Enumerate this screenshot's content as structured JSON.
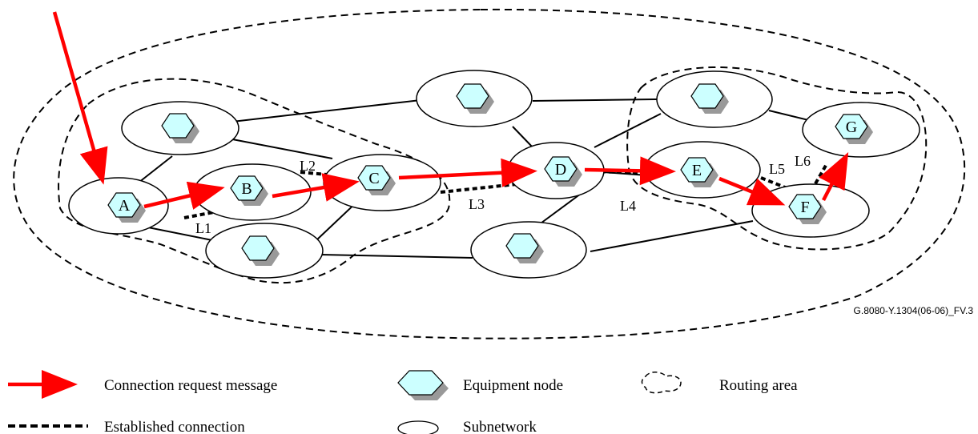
{
  "nodes": {
    "A": "A",
    "B": "B",
    "C": "C",
    "D": "D",
    "E": "E",
    "F": "F",
    "G": "G"
  },
  "links": {
    "L1": "L1",
    "L2": "L2",
    "L3": "L3",
    "L4": "L4",
    "L5": "L5",
    "L6": "L6"
  },
  "figure_id": "G.8080-Y.1304(06-06)_FV.3",
  "legend": {
    "connection_request": "Connection request message",
    "equipment_node": "Equipment node",
    "routing_area": "Routing area",
    "established_connection": "Established connection",
    "subnetwork": "Subnetwork"
  },
  "colors": {
    "request_arrow": "#ff0000",
    "node_fill": "#ccffff",
    "node_shadow": "#999999"
  }
}
